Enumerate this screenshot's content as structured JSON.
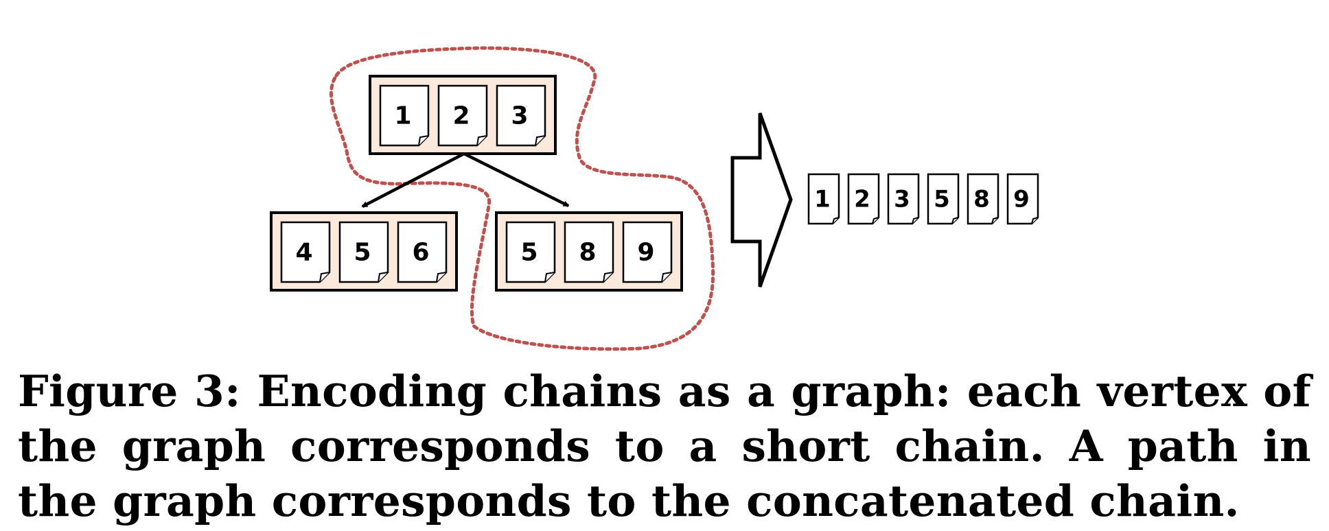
{
  "diagram": {
    "colors": {
      "vertex_fill": "#fbe9dc",
      "vertex_stroke": "#000000",
      "card_fill": "#ffffff",
      "path_outline": "#c0504d"
    },
    "top_vertex": [
      "1",
      "2",
      "3"
    ],
    "left_vertex": [
      "4",
      "5",
      "6"
    ],
    "right_vertex": [
      "5",
      "8",
      "9"
    ],
    "concatenated_chain": [
      "1",
      "2",
      "3",
      "5",
      "8",
      "9"
    ]
  },
  "caption": {
    "label": "Figure 3:",
    "text": "Encoding chains as a graph: each vertex of the graph corresponds to a short chain. A path in the graph corresponds to the concatenated chain."
  }
}
